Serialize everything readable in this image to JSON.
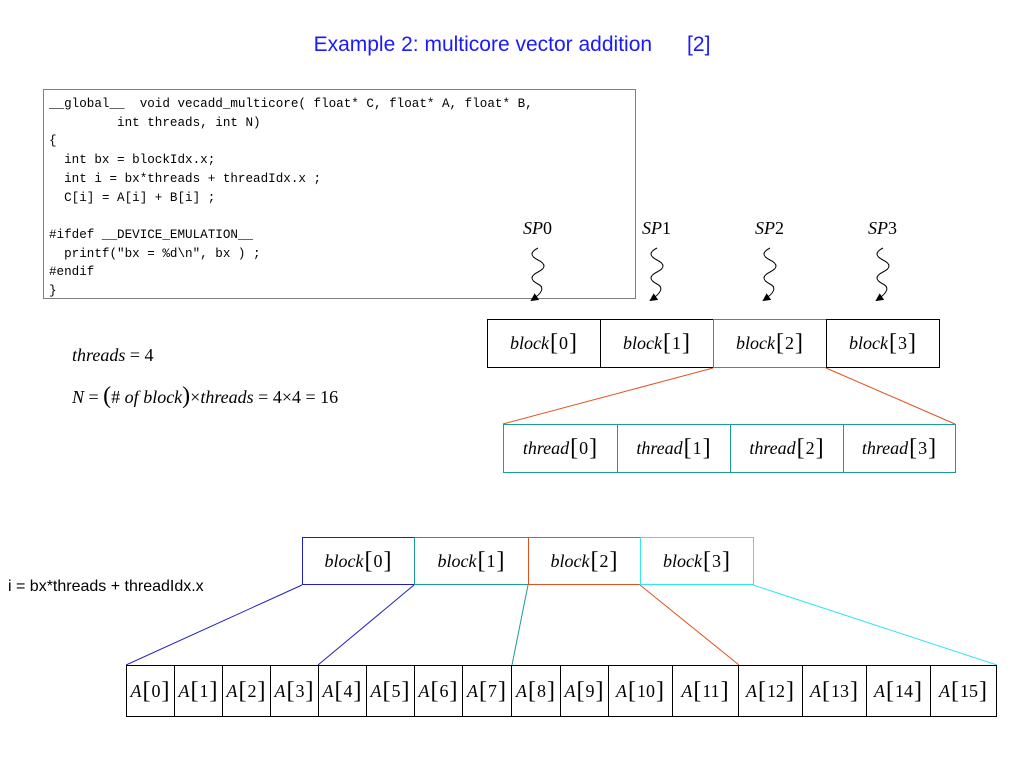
{
  "title": "Example 2: multicore vector addition      [2]",
  "code": {
    "lines": [
      "__global__  void vecadd_multicore( float* C, float* A, float* B,",
      "         int threads, int N)",
      "{",
      "  int bx = blockIdx.x;",
      "  int i = bx*threads + threadIdx.x ;",
      "  C[i] = A[i] + B[i] ;",
      "",
      "#ifdef __DEVICE_EMULATION__",
      "  printf(\"bx = %d\\n\", bx ) ;",
      "#endif",
      "}"
    ]
  },
  "processors": [
    {
      "name": "SP",
      "index": "0"
    },
    {
      "name": "SP",
      "index": "1"
    },
    {
      "name": "SP",
      "index": "2"
    },
    {
      "name": "SP",
      "index": "3"
    }
  ],
  "top_blocks": [
    {
      "name": "block",
      "index": "0"
    },
    {
      "name": "block",
      "index": "1"
    },
    {
      "name": "block",
      "index": "2"
    },
    {
      "name": "block",
      "index": "3"
    }
  ],
  "threads": [
    {
      "name": "thread",
      "index": "0"
    },
    {
      "name": "thread",
      "index": "1"
    },
    {
      "name": "thread",
      "index": "2"
    },
    {
      "name": "thread",
      "index": "3"
    }
  ],
  "equations": {
    "threads_lhs": "threads",
    "threads_rhs": " = 4",
    "n_lhs": "N",
    "n_eq": " = ",
    "n_open": "(",
    "n_hash": "# ",
    "n_of": " of ",
    "n_block": " block",
    "n_close": ")",
    "n_times": "×",
    "n_threads": "threads",
    "n_rhs": " = 4×4 = 16"
  },
  "bottom_blocks": [
    {
      "name": "block",
      "index": "0"
    },
    {
      "name": "block",
      "index": "1"
    },
    {
      "name": "block",
      "index": "2"
    },
    {
      "name": "block",
      "index": "3"
    }
  ],
  "index_formula": "i = bx*threads + threadIdx.x",
  "array": {
    "name": "A",
    "indices": [
      "0",
      "1",
      "2",
      "3",
      "4",
      "5",
      "6",
      "7",
      "8",
      "9",
      "10",
      "11",
      "12",
      "13",
      "14",
      "15"
    ]
  },
  "colors": {
    "title": "#1a1aff",
    "block0": "#1f1fbf",
    "block1": "#1b9c9c",
    "block2": "#e0521e",
    "block3": "#33e6f0",
    "thread_border": "#1b9c9c",
    "default_border": "#000000"
  }
}
